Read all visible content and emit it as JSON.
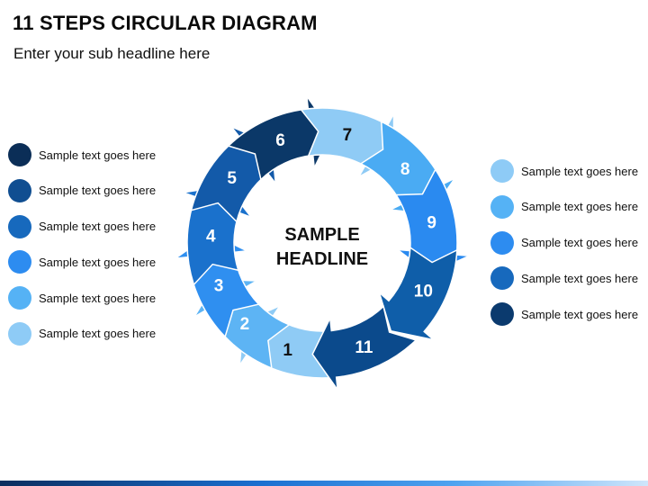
{
  "title": "11 STEPS CIRCULAR DIAGRAM",
  "subtitle": "Enter your sub headline here",
  "center": {
    "line1": "SAMPLE",
    "line2": "HEADLINE"
  },
  "steps": [
    {
      "label": "1",
      "color": "#8fcbf5"
    },
    {
      "label": "2",
      "color": "#5db4f4"
    },
    {
      "label": "3",
      "color": "#2f8ff0"
    },
    {
      "label": "4",
      "color": "#1a71cc"
    },
    {
      "label": "5",
      "color": "#135aa9"
    },
    {
      "label": "6",
      "color": "#0b3868"
    },
    {
      "label": "7",
      "color": "#8fcbf5"
    },
    {
      "label": "8",
      "color": "#4aabf3"
    },
    {
      "label": "9",
      "color": "#2a8af0"
    },
    {
      "label": "10",
      "color": "#0f5ea9"
    },
    {
      "label": "11",
      "color": "#0b4a8c"
    }
  ],
  "legend_left": [
    {
      "text": "Sample text goes here",
      "color": "#0b2e57"
    },
    {
      "text": "Sample text goes here",
      "color": "#104e91"
    },
    {
      "text": "Sample text goes here",
      "color": "#1769bd"
    },
    {
      "text": "Sample text goes here",
      "color": "#2d8cf0"
    },
    {
      "text": "Sample text goes here",
      "color": "#55b2f5"
    },
    {
      "text": "Sample text goes here",
      "color": "#8ecbf6"
    }
  ],
  "legend_right": [
    {
      "text": "Sample text goes here",
      "color": "#8ecbf6"
    },
    {
      "text": "Sample text goes here",
      "color": "#55b2f5"
    },
    {
      "text": "Sample text goes here",
      "color": "#2d8cf0"
    },
    {
      "text": "Sample text goes here",
      "color": "#1769bd"
    },
    {
      "text": "Sample text goes here",
      "color": "#0b3a6e"
    }
  ]
}
